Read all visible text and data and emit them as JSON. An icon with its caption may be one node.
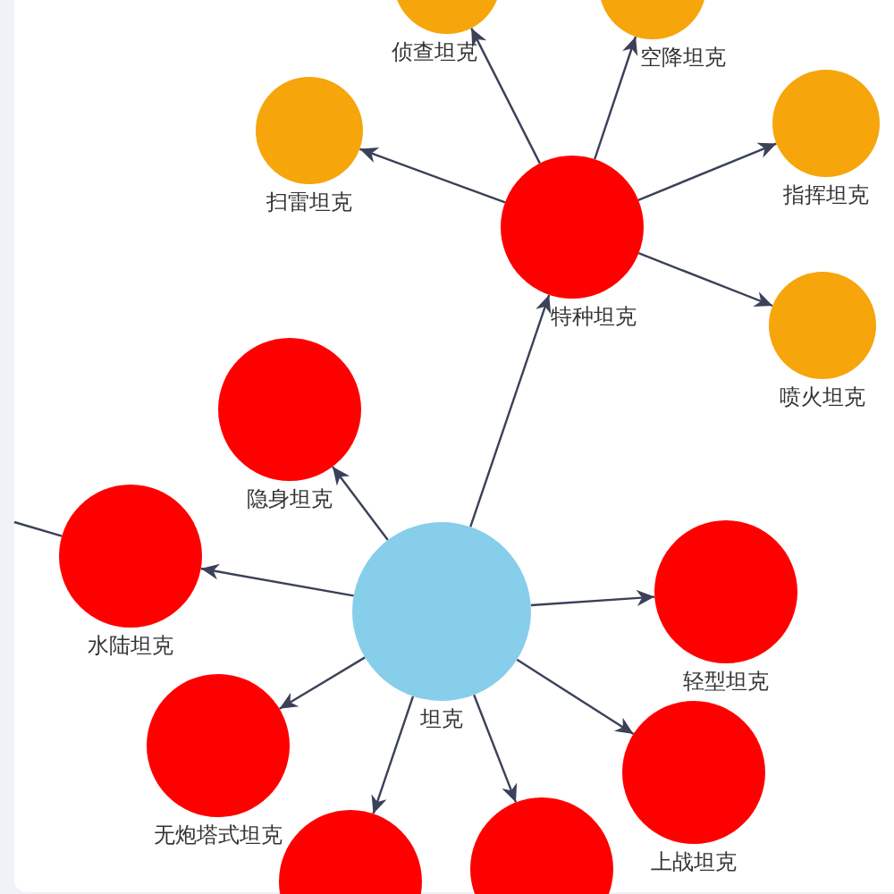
{
  "diagram": {
    "nodes": [
      {
        "text": [
          "侦查坦克"
        ]
      },
      {
        "text": [
          "空降坦克"
        ]
      },
      {
        "text": [
          "扫雷坦克"
        ]
      },
      {
        "text": [
          "指挥坦克"
        ]
      },
      {
        "text": [
          "特种坦克"
        ]
      },
      {
        "text": [
          "喷火坦克"
        ]
      },
      {
        "text": [
          "隐身坦克"
        ]
      },
      {
        "text": [
          "水陆坦克"
        ]
      },
      {
        "text": [
          "坦克"
        ]
      },
      {
        "text": [
          "轻型坦克"
        ]
      },
      {
        "text": [
          "无炮塔式坦克"
        ]
      },
      {
        "text": [
          "上战坦克"
        ]
      },
      {
        "text": [],
        "shape": "circle"
      },
      {
        "text": [],
        "shape": "circle"
      }
    ],
    "edges": [
      {
        "from": 8,
        "to": 4,
        "arrow": "to"
      },
      {
        "from": 4,
        "to": 0,
        "arrow": "to"
      },
      {
        "from": 4,
        "to": 1,
        "arrow": "to"
      },
      {
        "from": 4,
        "to": 2,
        "arrow": "to"
      },
      {
        "from": 4,
        "to": 3,
        "arrow": "to"
      },
      {
        "from": 4,
        "to": 5,
        "arrow": "to"
      },
      {
        "from": 8,
        "to": 6,
        "arrow": "to"
      },
      {
        "from": 8,
        "to": 7,
        "arrow": "to"
      },
      {
        "from": 8,
        "to": 9,
        "arrow": "to"
      },
      {
        "from": 8,
        "to": 10,
        "arrow": "to"
      },
      {
        "from": 8,
        "to": 11,
        "arrow": "to"
      },
      {
        "from": 8,
        "to": 12,
        "arrow": "to"
      },
      {
        "from": 8,
        "to": 13,
        "arrow": "to"
      },
      {
        "from": null,
        "to": 7,
        "arrow": "none"
      }
    ]
  }
}
